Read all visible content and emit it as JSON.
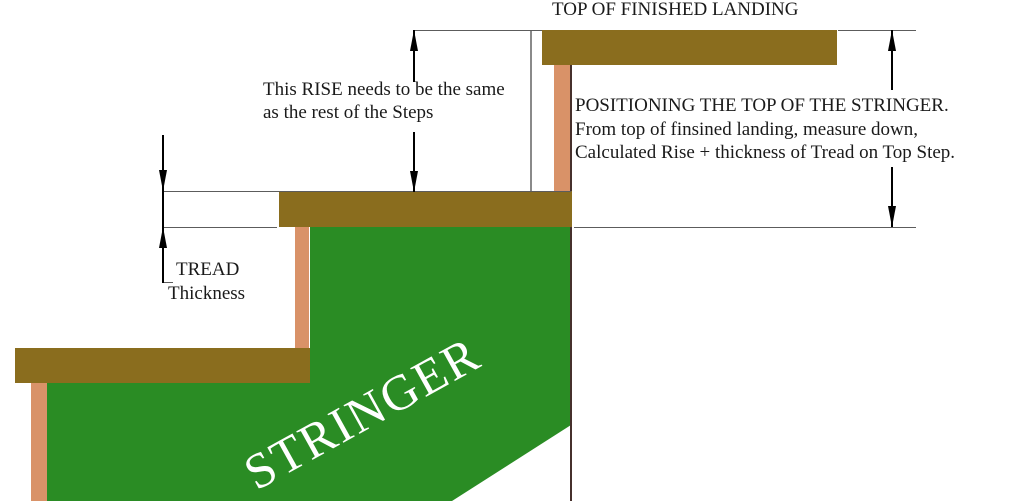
{
  "diagram": {
    "landing_label": "TOP OF FINISHED LANDING",
    "rise_note": {
      "line1": "This RISE needs to be the same",
      "line2": "as the rest of the Steps"
    },
    "positioning_note": {
      "line1": "POSITIONING THE TOP OF THE STRINGER.",
      "line2": "From top of finsined landing, measure down,",
      "line3": "Calculated Rise + thickness of Tread on Top Step."
    },
    "tread_note": {
      "line1": "TREAD",
      "line2": "Thickness"
    },
    "stringer_label": "STRINGER"
  },
  "colors": {
    "tread_brown": "#8a6d1e",
    "riser_salmon": "#d99268",
    "stringer_green": "#2a8c24",
    "edge_dark": "#46302c",
    "line_gray": "#5c5c5c",
    "plumb_gray": "#8a8a8a",
    "arrow_black": "#000000",
    "background": "#ffffff"
  }
}
